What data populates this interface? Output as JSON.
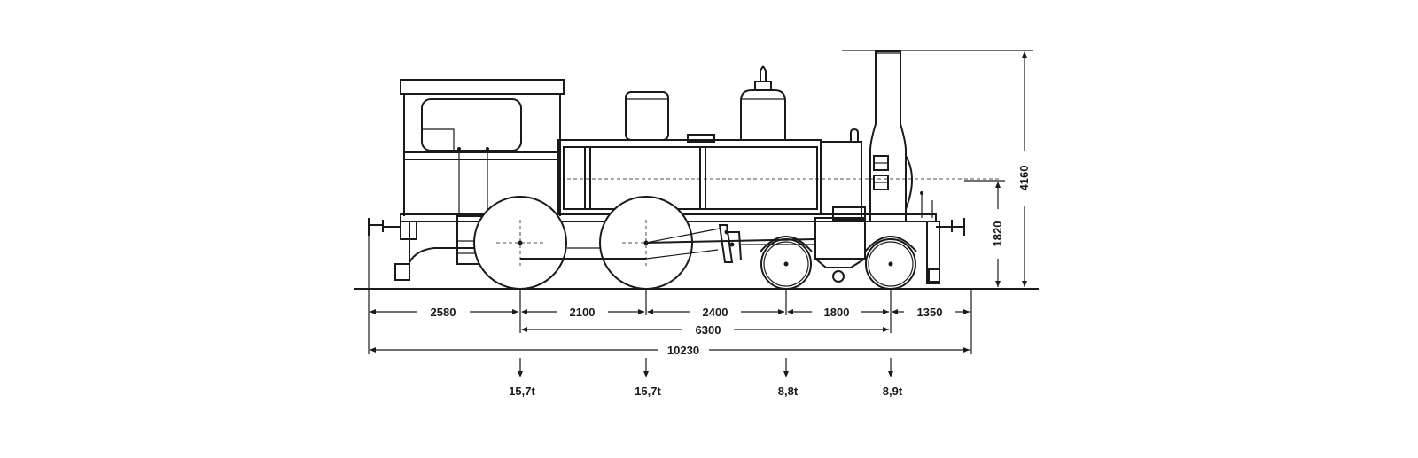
{
  "dimensions": {
    "horizontal": [
      "2580",
      "2100",
      "2400",
      "1800",
      "1350"
    ],
    "coupled_wheelbase": "6300",
    "total_length": "10230",
    "height_total": "4160",
    "height_buffer": "1820"
  },
  "axle_loads": [
    "15,7t",
    "15,7t",
    "8,8t",
    "8,9t"
  ]
}
